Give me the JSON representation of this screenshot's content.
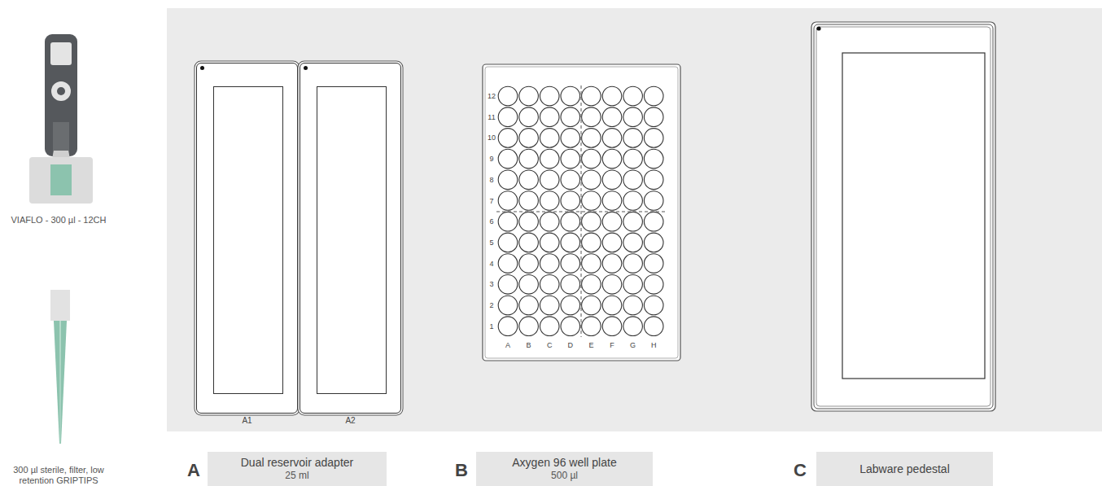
{
  "diagram": {
    "nodes": [
      {
        "text": [
          "A1"
        ]
      },
      {
        "text": [
          "A2"
        ]
      },
      {
        "text": [
          "Dual reservoir adapter",
          "25 ml"
        ]
      },
      {
        "text": [
          "Axygen 96 well plate",
          "500 µl"
        ]
      },
      {
        "text": [
          "Labware pedestal"
        ]
      }
    ],
    "labels": [
      "VIAFLO - 300 µl - 12CH",
      "300 µl sterile, filter, low retention GRIPTIPS",
      "A",
      "B",
      "C",
      "12",
      "11",
      "10",
      "9",
      "8",
      "7",
      "6",
      "5",
      "4",
      "3",
      "2",
      "1",
      "A",
      "B",
      "C",
      "D",
      "E",
      "F",
      "G",
      "H"
    ]
  }
}
